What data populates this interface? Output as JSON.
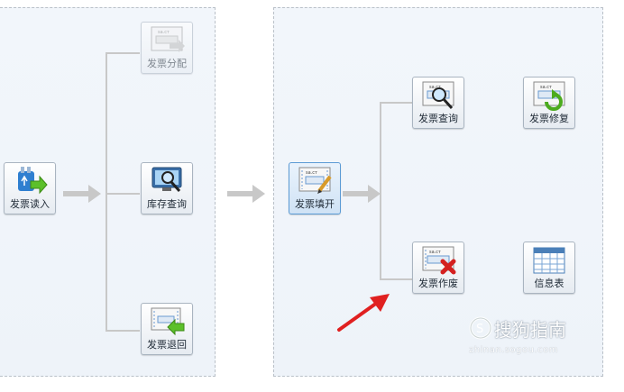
{
  "left_panel": {
    "read_in": {
      "label": "发票读入"
    },
    "allocate": {
      "label": "发票分配"
    },
    "stock_query": {
      "label": "库存查询"
    },
    "return": {
      "label": "发票退回"
    }
  },
  "right_panel": {
    "fill": {
      "label": "发票填开"
    },
    "query": {
      "label": "发票查询"
    },
    "repair": {
      "label": "发票修复"
    },
    "void": {
      "label": "发票作废"
    },
    "info_table": {
      "label": "信息表"
    }
  },
  "watermark": {
    "brand": "搜狗指南",
    "url": "zhinan.sogou.com"
  },
  "colors": {
    "accent": "#e02020",
    "active_border": "#5b9bd5"
  }
}
